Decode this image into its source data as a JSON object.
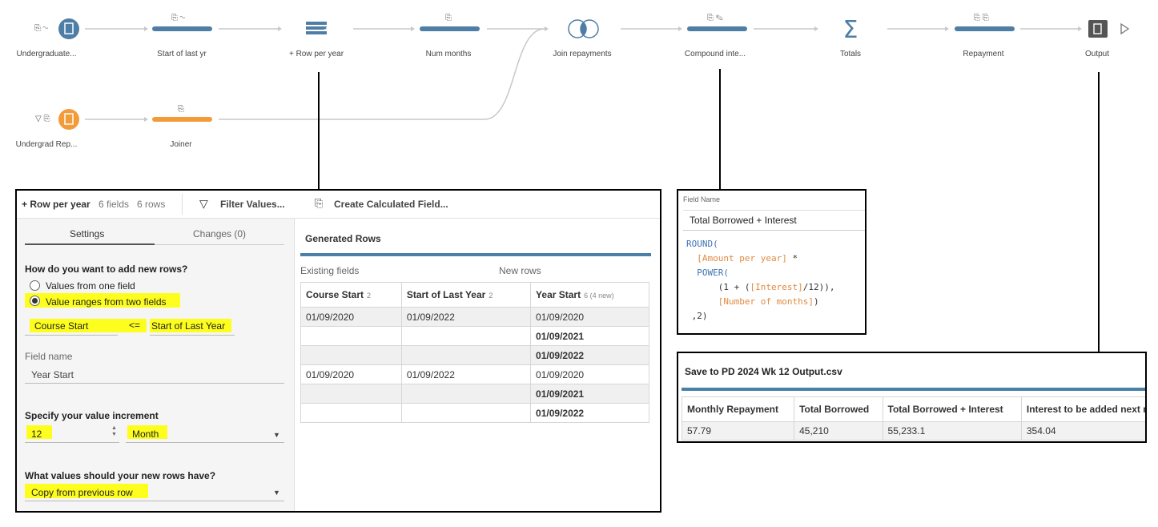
{
  "flow": {
    "nodes": [
      {
        "label": "Undergraduate..."
      },
      {
        "label": "Start of last yr"
      },
      {
        "label": "+ Row per year"
      },
      {
        "label": "Num months"
      },
      {
        "label": "Join repayments"
      },
      {
        "label": "Compound inte..."
      },
      {
        "label": "Totals"
      },
      {
        "label": "Repayment"
      },
      {
        "label": "Output"
      },
      {
        "label": "Undergrad Rep..."
      },
      {
        "label": "Joiner"
      }
    ],
    "colors": {
      "blue": "#4e7ea5",
      "orange": "#f29b38",
      "line": "#c8c8c8"
    }
  },
  "rows_panel": {
    "toolbar": {
      "step_name": "+ Row per year",
      "fields": "6 fields",
      "rows": "6 rows",
      "filter": "Filter Values...",
      "calc": "Create Calculated Field..."
    },
    "tabs": {
      "settings": "Settings",
      "changes": "Changes (0)"
    },
    "question1": "How do you want to add new rows?",
    "option1": "Values from one field",
    "option2": "Value ranges from two fields",
    "range_from": "Course Start",
    "range_op": "<=",
    "range_to": "Start of Last Year",
    "field_name_label": "Field name",
    "field_name_value": "Year Start",
    "increment_label": "Specify your value increment",
    "increment_value": "12",
    "increment_unit": "Month",
    "values_label": "What values should your new rows have?",
    "values_option": "Copy from previous row",
    "generated_title": "Generated Rows",
    "existing_label": "Existing fields",
    "new_label": "New rows",
    "columns": [
      {
        "name": "Course Start",
        "sub": "2"
      },
      {
        "name": "Start of Last Year",
        "sub": "2"
      },
      {
        "name": "Year Start",
        "sub": "6 (4 new)"
      }
    ],
    "rows": [
      [
        "01/09/2020",
        "01/09/2022",
        "01/09/2020"
      ],
      [
        "",
        "",
        "01/09/2021"
      ],
      [
        "",
        "",
        "01/09/2022"
      ],
      [
        "01/09/2020",
        "01/09/2022",
        "01/09/2020"
      ],
      [
        "",
        "",
        "01/09/2021"
      ],
      [
        "",
        "",
        "01/09/2022"
      ]
    ]
  },
  "calc_panel": {
    "field_name_label": "Field Name",
    "field_name": "Total Borrowed + Interest",
    "code": {
      "l1": "ROUND(",
      "l2": "[Amount per year]",
      "l2b": " *",
      "l3": "POWER(",
      "l4a": "(1 + (",
      "l4b": "[Interest]",
      "l4c": "/12)),",
      "l5": "[Number of months]",
      "l5b": ")",
      "l6": ",2)"
    }
  },
  "output_panel": {
    "title": "Save to PD 2024 Wk 12 Output.csv",
    "columns": [
      "Monthly Repayment",
      "Total Borrowed",
      "Total Borrowed + Interest",
      "Interest to be added next month"
    ],
    "row": [
      "57.79",
      "45,210",
      "55,233.1",
      "354.04"
    ]
  }
}
